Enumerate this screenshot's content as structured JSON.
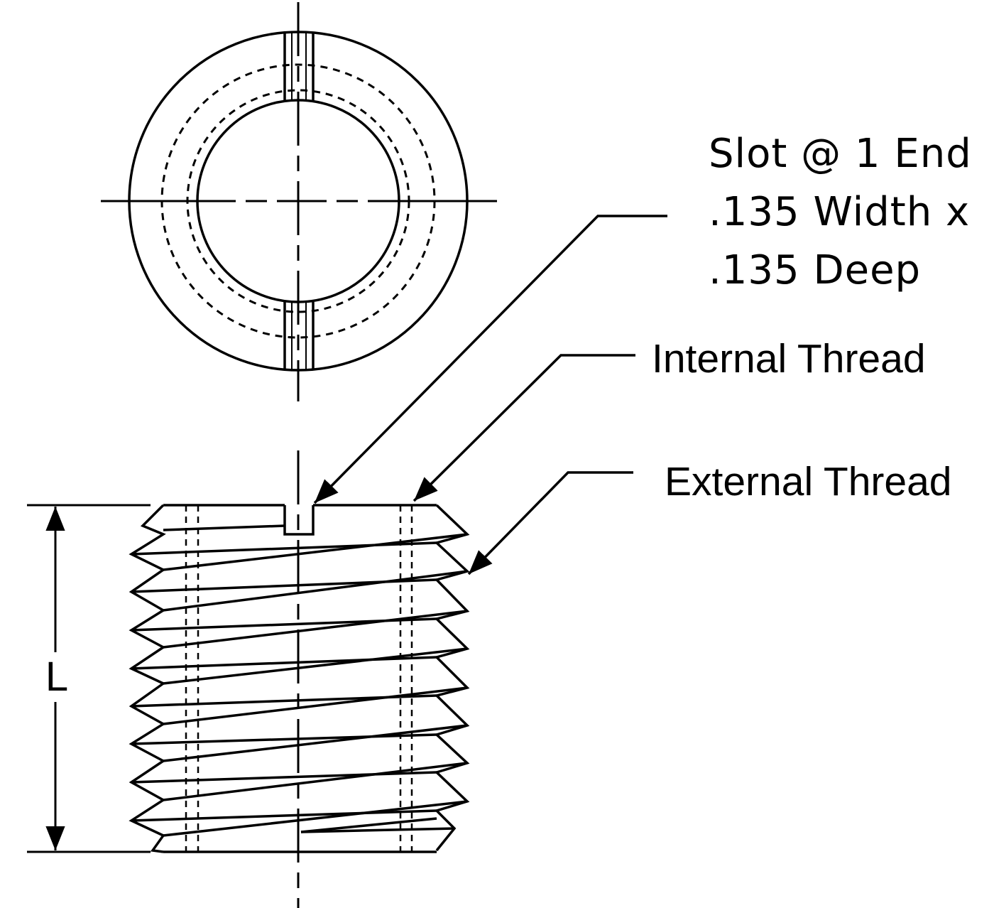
{
  "callouts": {
    "slot_note": {
      "line1": "Slot @ 1 End",
      "line2": ".135 Width x",
      "line3": ".135 Deep"
    },
    "internal_thread": "Internal Thread",
    "external_thread": "External Thread"
  },
  "dimension": {
    "length_label": "L"
  },
  "colors": {
    "line": "#000000",
    "background": "#ffffff"
  }
}
